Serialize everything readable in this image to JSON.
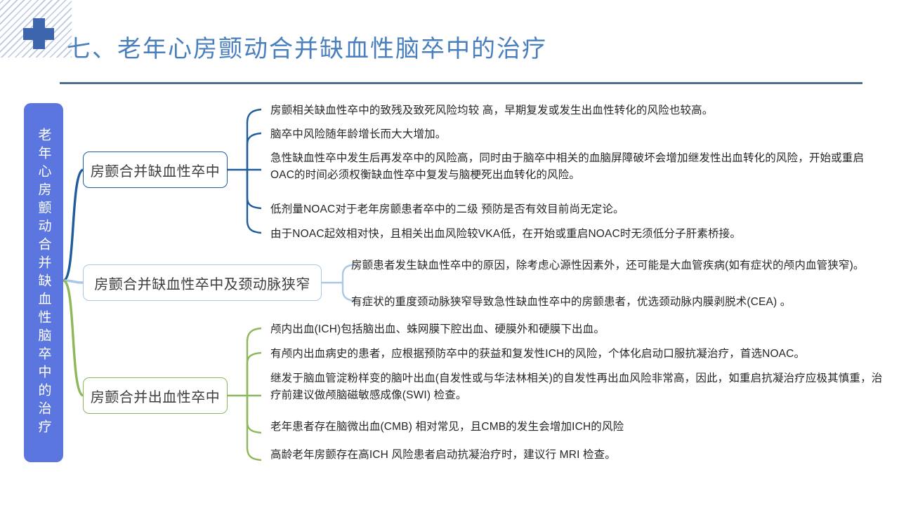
{
  "slide": {
    "title": "七、老年心房颤动合并缺血性脑卒中的治疗",
    "decoration_icon": "medical-cross-icon",
    "colors": {
      "title_text": "#4a7fbe",
      "title_rule": "#4a6f8f",
      "root_fill": "#5b76de",
      "branch1_line": "#1f5c9e",
      "branch2_line": "#a8c8e8",
      "branch3_line": "#8db85a",
      "cross": "#3c65ad"
    }
  },
  "root": {
    "label": "老年心房颤动合并缺血性脑卒中的治疗"
  },
  "branches": [
    {
      "label": "房颤合并缺血性卒中",
      "color": "#1f5c9e",
      "items": [
        "房颤相关缺血性卒中的致残及致死风险均较 高，早期复发或发生出血性转化的风险也较高。",
        "脑卒中风险随年龄增长而大大增加。",
        "急性缺血性卒中发生后再发卒中的风险高，同时由于脑卒中相关的血脑屏障破坏会增加继发性出血转化的风险，开始或重启OAC的时间必须权衡缺血性卒中复发与脑梗死出血转化的风险。",
        "低剂量NOAC对于老年房颤患者卒中的二级 预防是否有效目前尚无定论。",
        "由于NOAC起效相对快，且相关出血风险较VKA低，在开始或重启NOAC时无须低分子肝素桥接。"
      ]
    },
    {
      "label": "房颤合并缺血性卒中及颈动脉狭窄",
      "color": "#a8c8e8",
      "items": [
        "房颤患者发生缺血性卒中的原因，除考虑心源性因素外，还可能是大血管疾病(如有症状的颅内血管狭窄)。",
        "有症状的重度颈动脉狭窄导致急性缺血性卒中的房颤患者，优选颈动脉内膜剥脱术(CEA) 。"
      ]
    },
    {
      "label": "房颤合并出血性卒中",
      "color": "#8db85a",
      "items": [
        "颅内出血(ICH)包括脑出血、蛛网膜下腔出血、硬膜外和硬膜下出血。",
        "有颅内出血病史的患者，应根据预防卒中的获益和复发性ICH的风险，个体化启动口服抗凝治疗，首选NOAC。",
        "继发于脑血管淀粉样变的脑叶出血(自发性或与华法林相关)的自发性再出血风险非常高，因此，如重启抗凝治疗应极其慎重，治疗前建议做颅脑磁敏感成像(SWI) 检查。",
        "老年患者存在脑微出血(CMB) 相对常见，且CMB的发生会增加ICH的风险",
        "高龄老年房颤存在高ICH 风险患者启动抗凝治疗时，建议行 MRI 检查。"
      ]
    }
  ]
}
